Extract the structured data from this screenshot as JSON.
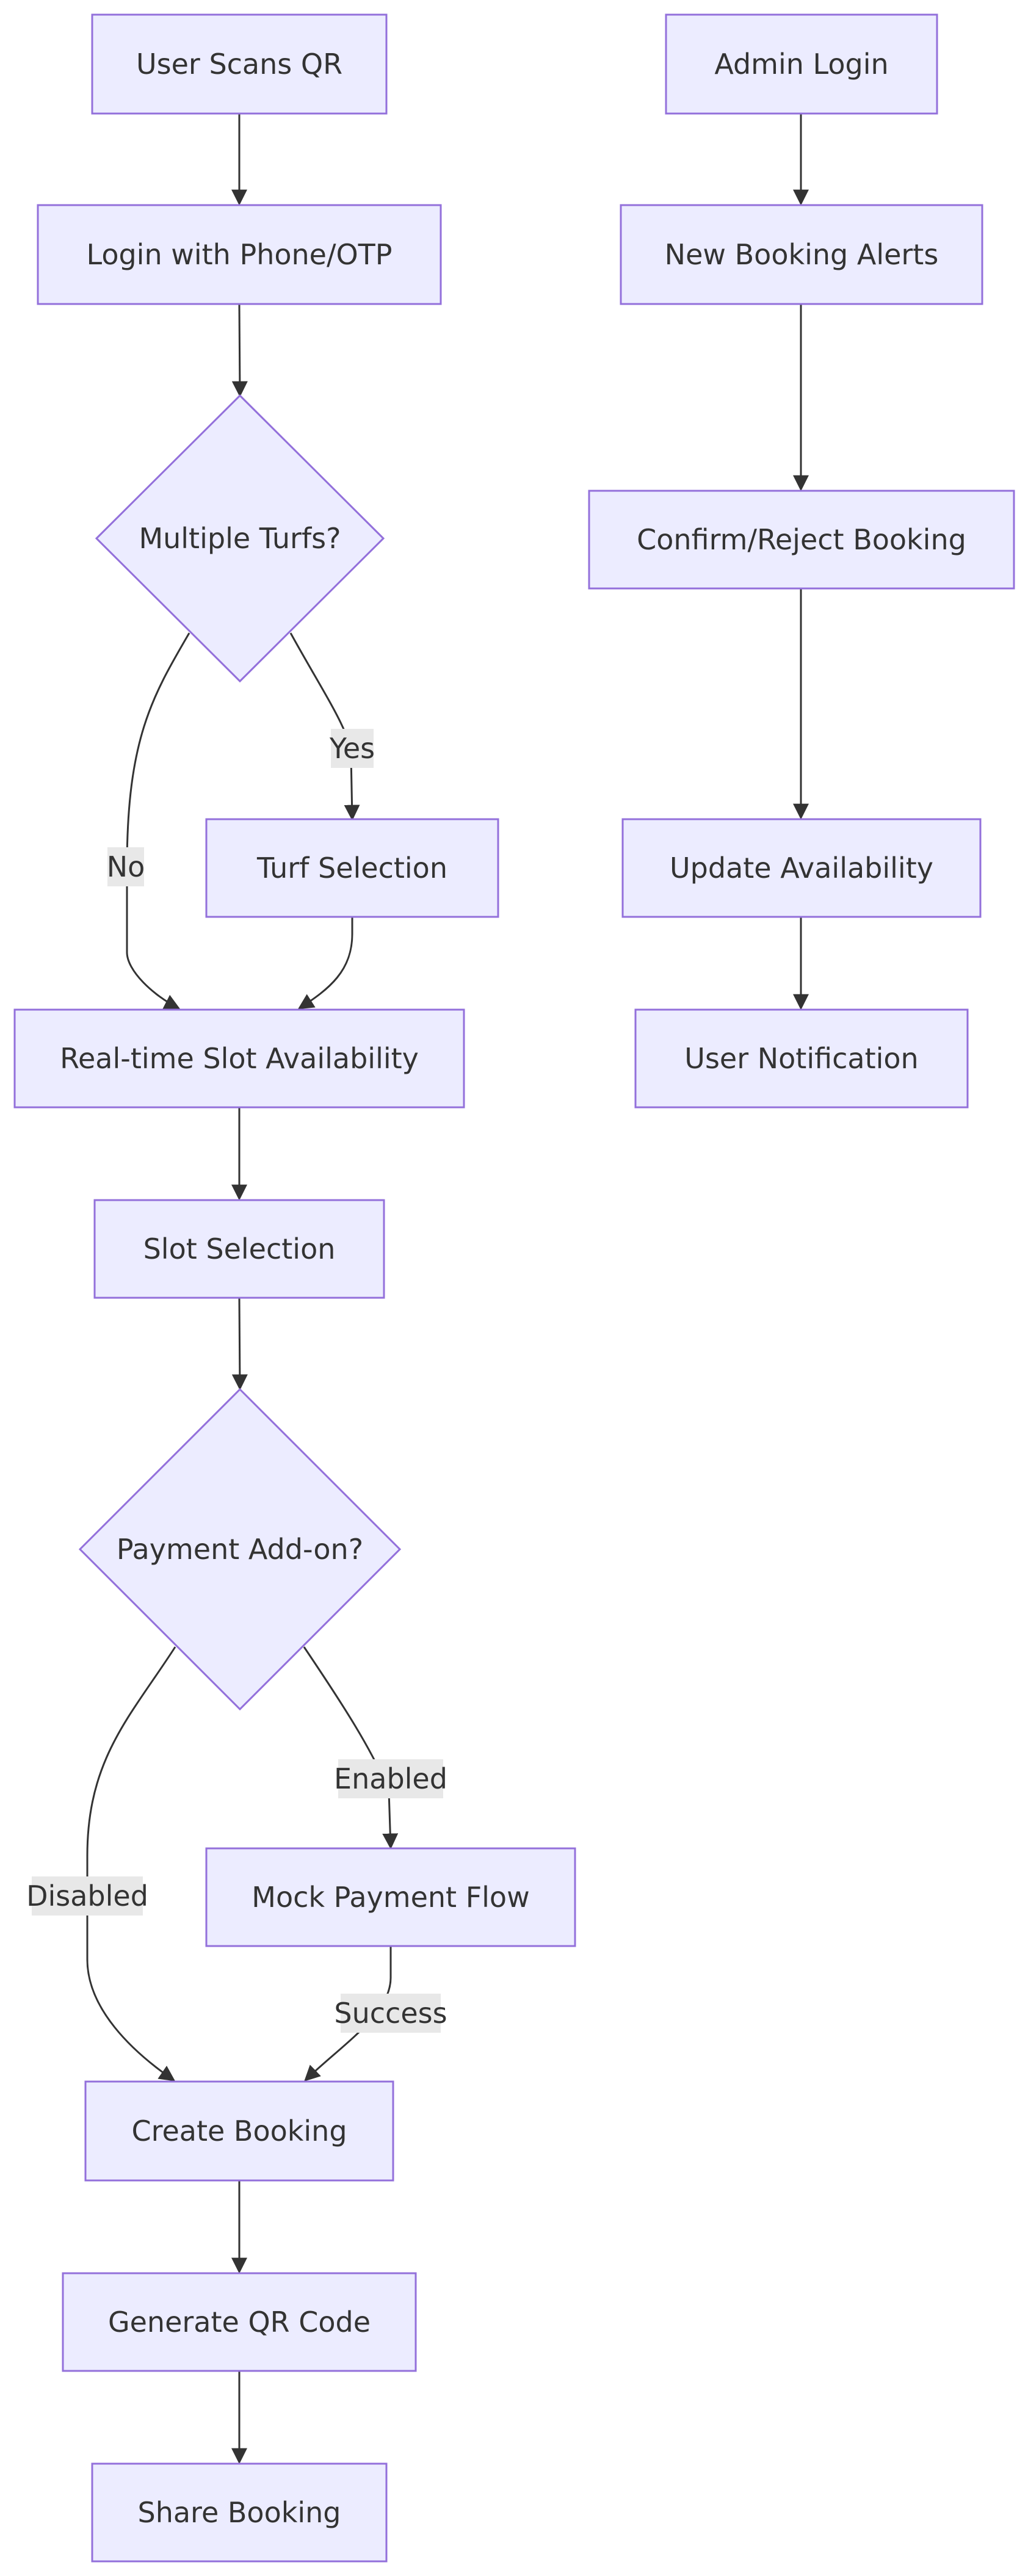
{
  "nodes": {
    "user_scans_qr": "User Scans QR",
    "login_phone_otp": "Login with Phone/OTP",
    "multiple_turfs": "Multiple Turfs?",
    "turf_selection": "Turf Selection",
    "slot_availability": "Real-time Slot Availability",
    "slot_selection": "Slot Selection",
    "payment_addon": "Payment Add-on?",
    "mock_payment": "Mock Payment Flow",
    "create_booking": "Create Booking",
    "generate_qr": "Generate QR Code",
    "share_booking": "Share Booking",
    "admin_login": "Admin Login",
    "new_booking_alerts": "New Booking Alerts",
    "confirm_reject": "Confirm/Reject Booking",
    "update_availability": "Update Availability",
    "user_notification": "User Notification"
  },
  "edge_labels": {
    "yes": "Yes",
    "no": "No",
    "enabled": "Enabled",
    "disabled": "Disabled",
    "success": "Success"
  },
  "colors": {
    "node_fill": "#ECECFF",
    "node_stroke": "#9370DB",
    "edge": "#333333",
    "label_bg": "#E8E8E8",
    "text": "#333333"
  }
}
